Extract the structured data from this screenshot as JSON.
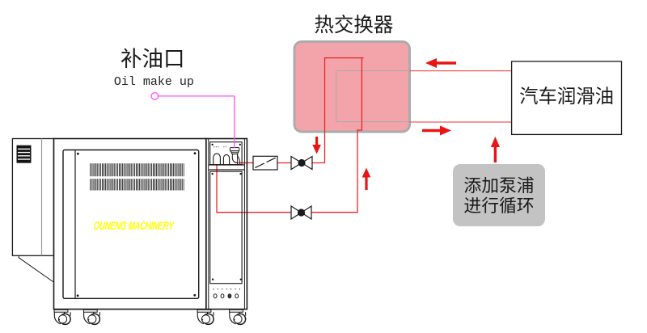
{
  "diagram": {
    "heat_exchanger_label": "热交换器",
    "oil_makeup_label_zh": "补油口",
    "oil_makeup_label_en": "Oil make up",
    "oil_tank_label": "汽车润滑油",
    "pump_note_line1": "添加泵浦",
    "pump_note_line2": "进行循环",
    "machine_brand": "OUNENG MACHINERY"
  },
  "colors": {
    "ink": "#1a1a1a",
    "pipe": "#f25b5b",
    "coil": "#ea2424",
    "arrow": "#e91414",
    "magenta": "#ff4cff",
    "pinkfill": "#f3a4aa",
    "pinkstroke": "#ababab",
    "innerline": "#ababab",
    "graybox": "#c3c3c3",
    "yellow": "#ffff00"
  }
}
